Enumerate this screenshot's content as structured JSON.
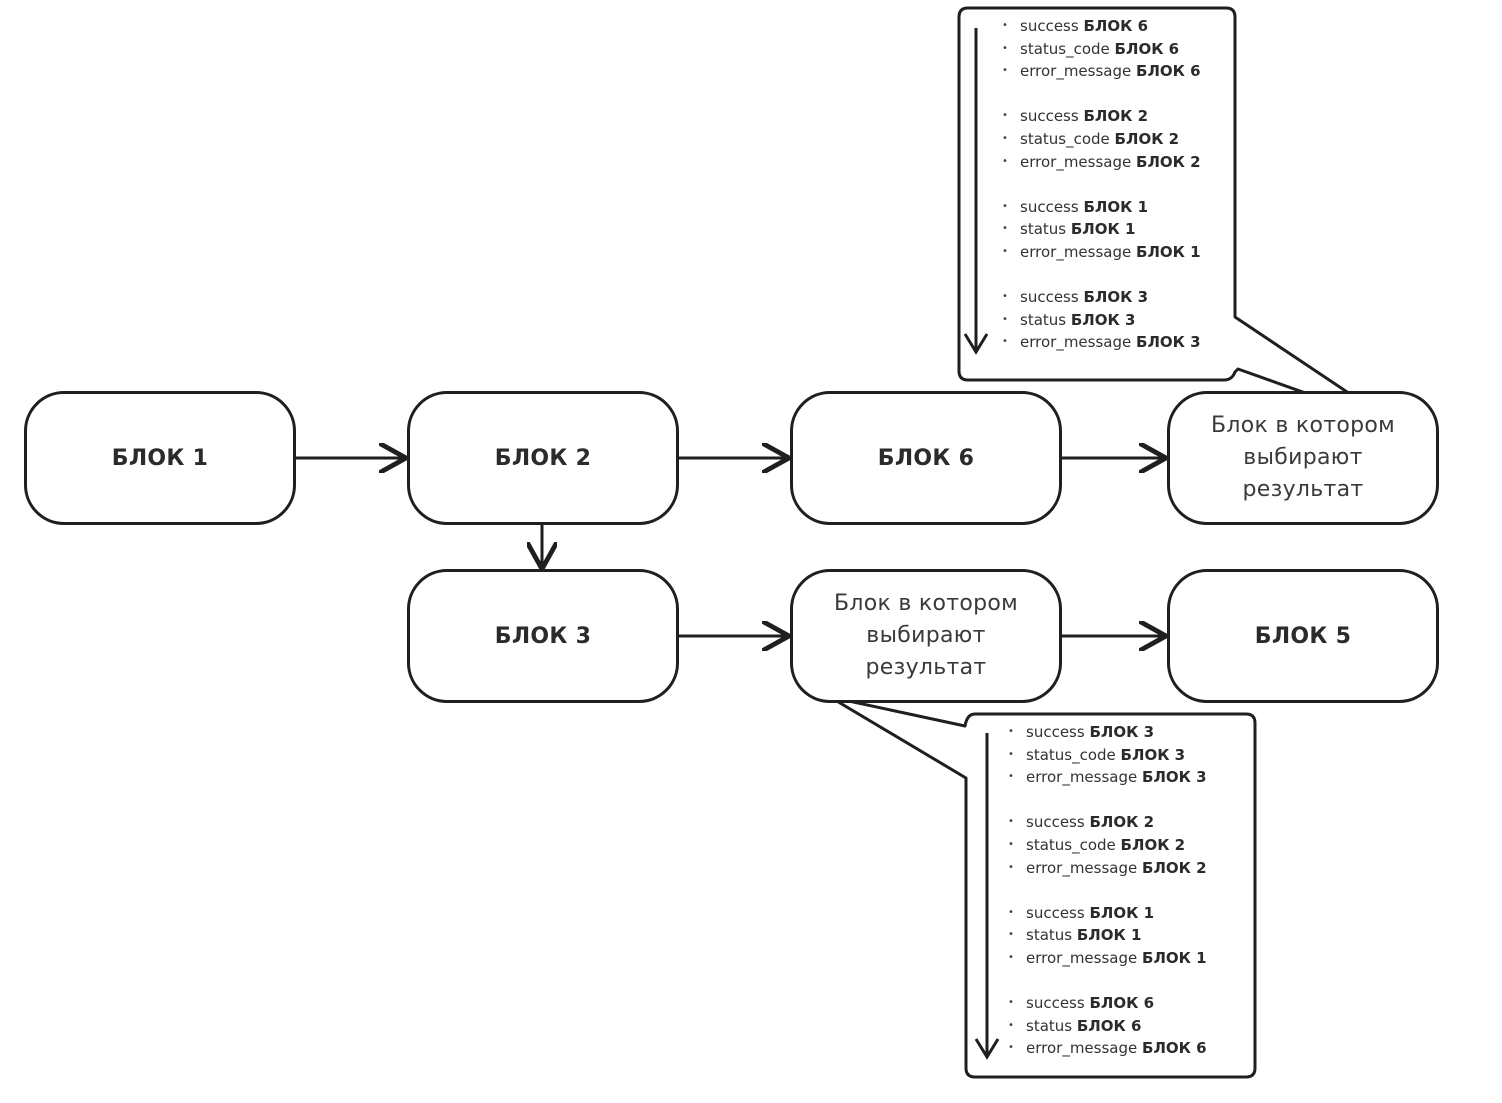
{
  "blocks": {
    "b1": "БЛОК 1",
    "b2": "БЛОК 2",
    "b6": "БЛОК 6",
    "select_top": "Блок в котором выбирают результат",
    "b3": "БЛОК 3",
    "select_bottom": "Блок в котором выбирают результат",
    "b5": "БЛОК 5"
  },
  "note_top": [
    {
      "key": "success",
      "block": "БЛОК 6"
    },
    {
      "key": "status_code",
      "block": "БЛОК 6"
    },
    {
      "key": "error_message",
      "block": "БЛОК 6"
    },
    {
      "key": "success",
      "block": "БЛОК 2"
    },
    {
      "key": "status_code",
      "block": "БЛОК 2"
    },
    {
      "key": "error_message",
      "block": "БЛОК 2"
    },
    {
      "key": "success",
      "block": "БЛОК 1"
    },
    {
      "key": "status",
      "block": "БЛОК 1"
    },
    {
      "key": "error_message",
      "block": "БЛОК 1"
    },
    {
      "key": "success",
      "block": "БЛОК 3"
    },
    {
      "key": "status",
      "block": "БЛОК 3"
    },
    {
      "key": "error_message",
      "block": "БЛОК 3"
    }
  ],
  "note_bottom": [
    {
      "key": "success",
      "block": "БЛОК 3"
    },
    {
      "key": "status_code",
      "block": "БЛОК 3"
    },
    {
      "key": "error_message",
      "block": "БЛОК 3"
    },
    {
      "key": "success",
      "block": "БЛОК 2"
    },
    {
      "key": "status_code",
      "block": "БЛОК 2"
    },
    {
      "key": "error_message",
      "block": "БЛОК 2"
    },
    {
      "key": "success",
      "block": "БЛОК 1"
    },
    {
      "key": "status",
      "block": "БЛОК 1"
    },
    {
      "key": "error_message",
      "block": "БЛОК 1"
    },
    {
      "key": "success",
      "block": "БЛОК 6"
    },
    {
      "key": "status",
      "block": "БЛОК 6"
    },
    {
      "key": "error_message",
      "block": "БЛОК 6"
    }
  ]
}
